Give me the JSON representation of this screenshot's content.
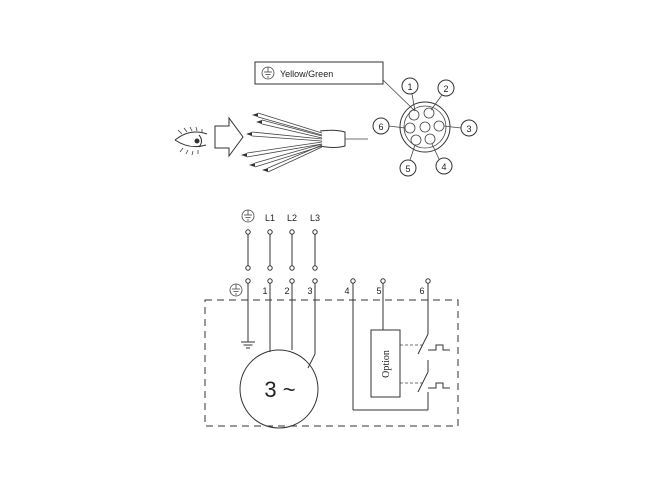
{
  "cable_diagram": {
    "ground_label": "Yellow/Green",
    "conductor_numbers": [
      "1",
      "2",
      "3",
      "4",
      "5",
      "6"
    ]
  },
  "wiring_diagram": {
    "supply_labels": [
      "L1",
      "L2",
      "L3"
    ],
    "terminal_numbers": [
      "1",
      "2",
      "3",
      "4",
      "5",
      "6"
    ],
    "motor_label": "3 ~",
    "option_label": "Option"
  }
}
